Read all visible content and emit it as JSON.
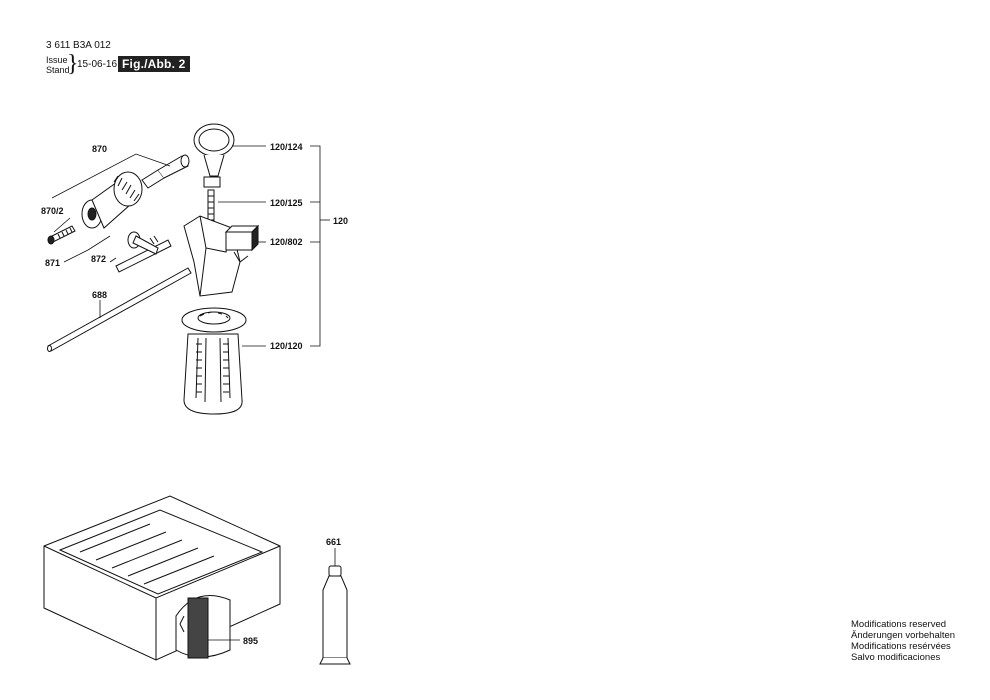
{
  "header": {
    "doc_code": "3 611 B3A 012",
    "issue_label": "Issue",
    "stand_label": "Stand",
    "date": "15-06-16",
    "figure": "Fig./Abb. 2"
  },
  "part_labels": {
    "p870": "870",
    "p870_2": "870/2",
    "p871": "871",
    "p872": "872",
    "p688": "688",
    "p120_124": "120/124",
    "p120_125": "120/125",
    "p120_802": "120/802",
    "p120_120": "120/120",
    "p120": "120",
    "p661": "661",
    "p895": "895"
  },
  "footer": {
    "lines": [
      "Modifications reserved",
      "Änderungen vorbehalten",
      "Modifications resérvées",
      "Salvo modificaciones"
    ]
  }
}
